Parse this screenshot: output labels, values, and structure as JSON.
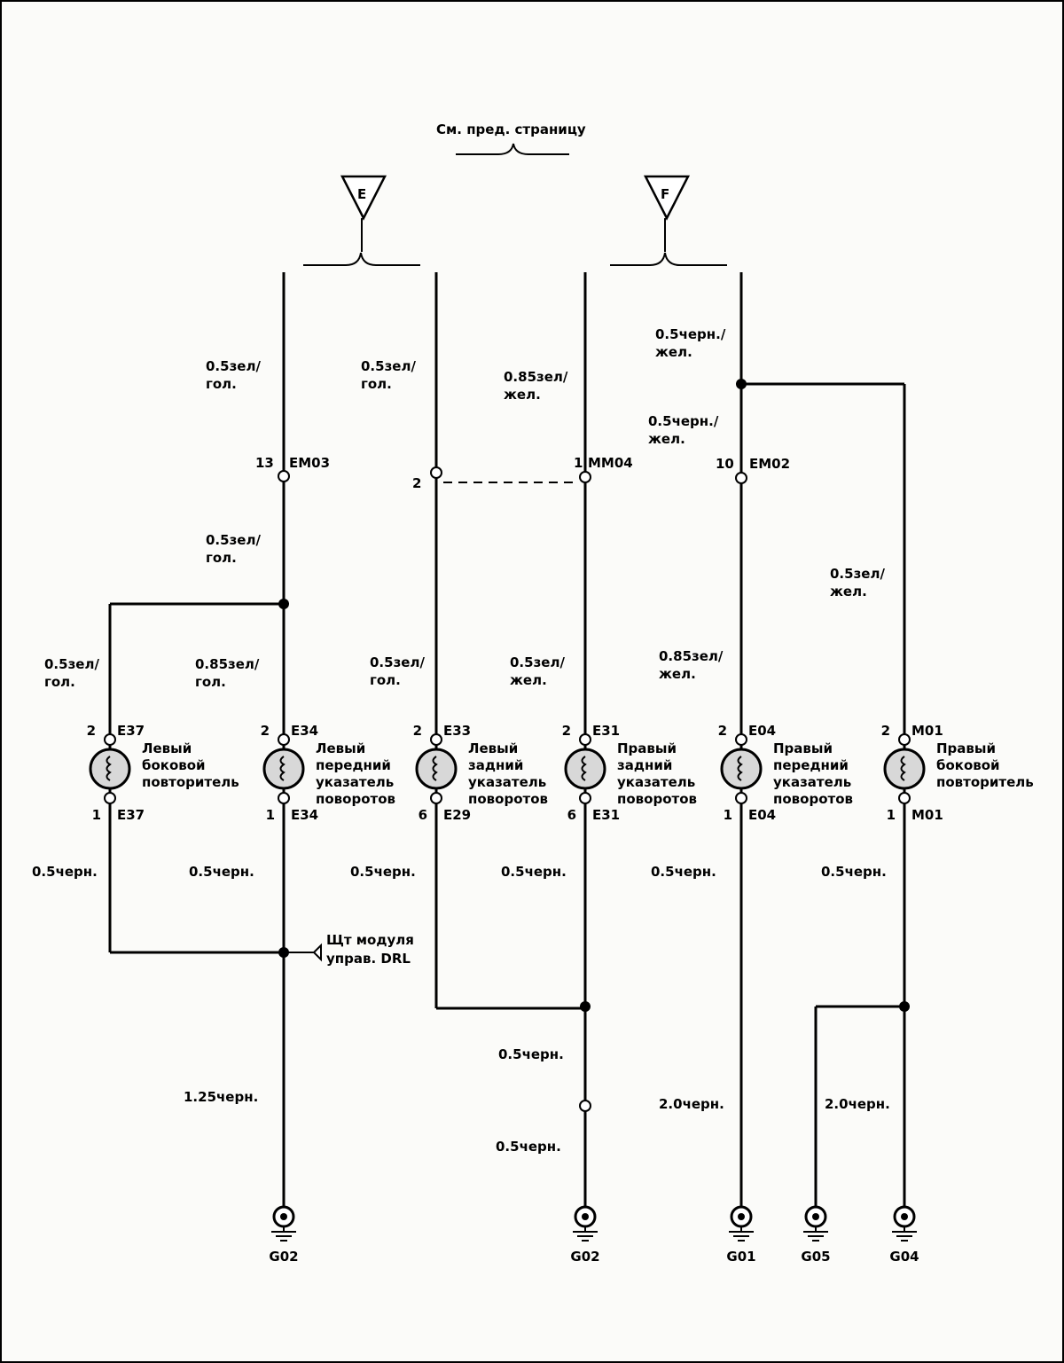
{
  "header": {
    "ref": "См. пред. страницу",
    "connectors": [
      {
        "letter": "E"
      },
      {
        "letter": "F"
      }
    ]
  },
  "wires": {
    "w1": "0.5зел/\nгол.",
    "w2": "0.5зел/\nгол.",
    "w3": "0.85зел/\nжел.",
    "w4": "0.5черн./\nжел.",
    "w5": "0.5черн./\nжел.",
    "w6": "0.5зел/\nгол.",
    "w7": "0.5зел/\nжел.",
    "w8": "0.5зел/\nгол.",
    "w9": "0.85зел/\nгол.",
    "w10": "0.5зел/\nгол.",
    "w11": "0.5зел/\nжел.",
    "w12": "0.85зел/\nжел.",
    "b1": "0.5черн.",
    "b2": "0.5черн.",
    "b3": "0.5черн.",
    "b4": "0.5черн.",
    "b5": "0.5черн.",
    "b6": "0.5черн.",
    "g1": "1.25черн.",
    "g2": "0.5черн.",
    "g3": "0.5черн.",
    "g4": "2.0черн.",
    "g5": "2.0черн."
  },
  "connectors": {
    "em03": {
      "pin": "13",
      "id": "EM03"
    },
    "mm04_2": {
      "pin": "2"
    },
    "mm04": {
      "pin": "1",
      "id": "MM04"
    },
    "em02": {
      "pin": "10",
      "id": "EM02"
    }
  },
  "bulbs": [
    {
      "top_pin": "2",
      "top_id": "E37",
      "bottom_pin": "1",
      "bottom_id": "E37",
      "label": "Левый\nбоковой\nповторитель"
    },
    {
      "top_pin": "2",
      "top_id": "E34",
      "bottom_pin": "1",
      "bottom_id": "E34",
      "label": "Левый\nпередний\nуказатель\nповоротов"
    },
    {
      "top_pin": "2",
      "top_id": "E33",
      "bottom_pin": "6",
      "bottom_id": "E29",
      "label": "Левый\nзадний\nуказатель\nповоротов"
    },
    {
      "top_pin": "2",
      "top_id": "E31",
      "bottom_pin": "6",
      "bottom_id": "E31",
      "label": "Правый\nзадний\nуказатель\nповоротов"
    },
    {
      "top_pin": "2",
      "top_id": "E04",
      "bottom_pin": "1",
      "bottom_id": "E04",
      "label": "Правый\nпередний\nуказатель\nповоротов"
    },
    {
      "top_pin": "2",
      "top_id": "M01",
      "bottom_pin": "1",
      "bottom_id": "M01",
      "label": "Правый\nбоковой\nповторитель"
    }
  ],
  "drl_module": "Щт модуля\nуправ. DRL",
  "grounds": [
    "G02",
    "G02",
    "G01",
    "G05",
    "G04"
  ]
}
